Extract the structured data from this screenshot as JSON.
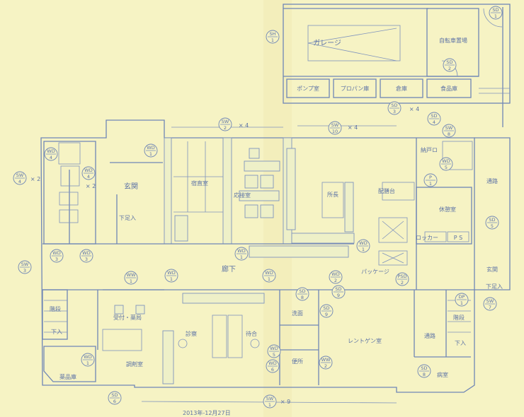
{
  "rooms": {
    "garage": "ガレージ",
    "bicycle": "自転車置場",
    "pump": "ポンプ室",
    "propane": "プロパン庫",
    "storage": "倉庫",
    "food_storage": "食品庫",
    "entrance": "玄関",
    "night_duty": "宿直室",
    "reception_room": "応接室",
    "director": "所長",
    "serving": "配膳台",
    "closet": "納戸ロ",
    "rest": "休憩室",
    "passage_right": "通路",
    "entrance_right": "玄関",
    "shoe_left": "下足入",
    "shoe_right": "下足入",
    "corridor": "廊下",
    "stairs_left": "階段",
    "reception_pharmacy": "受付・薬局",
    "dispensing": "調剤室",
    "medicine_storage": "薬品庫",
    "exam": "診察",
    "waiting": "待合",
    "washroom": "洗面",
    "toilet": "便所",
    "xray": "レントゲン室",
    "passage_bottom": "通路",
    "stairs_right": "階段",
    "ward": "病室",
    "locker": "ロッカー",
    "ps": "P S",
    "package": "パッケージ",
    "up_left": "下入",
    "up_right": "下入"
  },
  "note": "2013年-12月27日",
  "tags": [
    {
      "t": "SH",
      "n": "1"
    },
    {
      "t": "SD",
      "n": "1"
    },
    {
      "t": "SD",
      "n": "2"
    },
    {
      "t": "SD",
      "n": "3"
    },
    {
      "t": "SD",
      "n": "4"
    },
    {
      "t": "SW",
      "n": "8"
    },
    {
      "t": "SW",
      "n": "10"
    },
    {
      "t": "SW",
      "n": "2"
    },
    {
      "t": "WD",
      "n": "1"
    },
    {
      "t": "WD",
      "n": "4"
    },
    {
      "t": "WD",
      "n": "4"
    },
    {
      "t": "SW",
      "n": "4"
    },
    {
      "t": "WD",
      "n": "3"
    },
    {
      "t": "WD",
      "n": "3"
    },
    {
      "t": "SW",
      "n": "3"
    },
    {
      "t": "WD",
      "n": "1"
    },
    {
      "t": "WD",
      "n": "1"
    },
    {
      "t": "P",
      "n": "1"
    },
    {
      "t": "SD",
      "n": "5"
    },
    {
      "t": "WD",
      "n": "1"
    },
    {
      "t": "WW",
      "n": "1"
    },
    {
      "t": "WD",
      "n": "1"
    },
    {
      "t": "WD",
      "n": "2"
    },
    {
      "t": "PSD",
      "n": "2"
    },
    {
      "t": "WD",
      "n": "1"
    },
    {
      "t": "SD",
      "n": "6"
    },
    {
      "t": "SD",
      "n": "8"
    },
    {
      "t": "SD",
      "n": "9"
    },
    {
      "t": "SD",
      "n": "9"
    },
    {
      "t": "WD",
      "n": "5"
    },
    {
      "t": "WD",
      "n": "6"
    },
    {
      "t": "WW",
      "n": "2"
    },
    {
      "t": "SD",
      "n": "8"
    },
    {
      "t": "SW",
      "n": "7"
    },
    {
      "t": "SW",
      "n": "1"
    },
    {
      "t": "WD",
      "n": "5"
    },
    {
      "t": "DP",
      "n": "1"
    }
  ],
  "multipliers": {
    "sd3": "× 4",
    "sw10": "× 4",
    "sw2": "× 4",
    "sw4": "× 2",
    "wd4": "× 2",
    "sw1": "× 9"
  }
}
